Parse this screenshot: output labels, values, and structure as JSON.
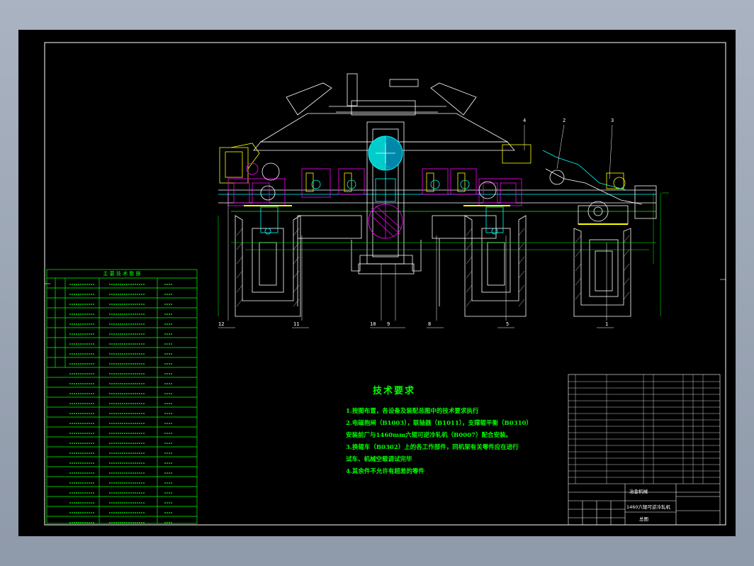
{
  "technical_requirements": {
    "title": "技术要求",
    "items": [
      "1.按图布置，各设备及装配总图中的技术要求执行",
      "2.电磁抱闸（B1003），联轴器（B1011），支撑辊平衡（B0310）",
      "安装前厂与1460mm六辊可逆冷轧机（B0007）配合安装。",
      "3.换辊车（B0302）上的各工作部件，同机架有关零件应在进行",
      "试车、机械空载调试完毕",
      "4.其余件不允许有超差的零件"
    ]
  },
  "param_table": {
    "title": "主 要 技 术 数 据"
  },
  "balloons": [
    "12",
    "11",
    "10",
    "9",
    "8",
    "5",
    "1",
    "4",
    "2",
    "3"
  ],
  "title_block": {
    "drawing_title": "1460六辊可逆冷轧机",
    "drawing_name": "总图",
    "company": "冶金机械"
  },
  "colors": {
    "sheet": "#000000",
    "frame": "#ffffff",
    "green": "#00ff00",
    "cyan": "#00ffff",
    "yellow": "#ffff00",
    "magenta": "#ff00ff",
    "red": "#ff0000"
  }
}
